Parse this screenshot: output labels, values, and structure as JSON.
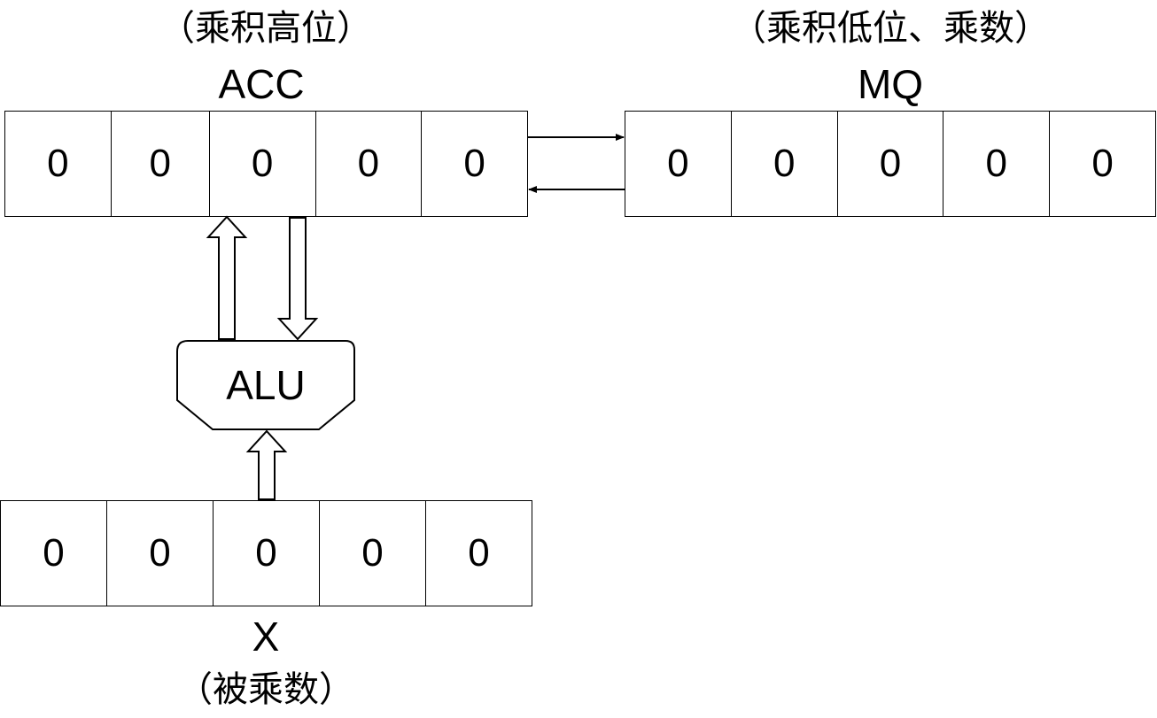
{
  "acc": {
    "note": "（乘积高位）",
    "name": "ACC",
    "bits": [
      "0",
      "0",
      "0",
      "0",
      "0"
    ]
  },
  "mq": {
    "note": "（乘积低位、乘数）",
    "name": "MQ",
    "bits": [
      "0",
      "0",
      "0",
      "0",
      "0"
    ]
  },
  "alu": {
    "name": "ALU"
  },
  "x": {
    "name": "X",
    "note": "（被乘数）",
    "bits": [
      "0",
      "0",
      "0",
      "0",
      "0"
    ]
  }
}
